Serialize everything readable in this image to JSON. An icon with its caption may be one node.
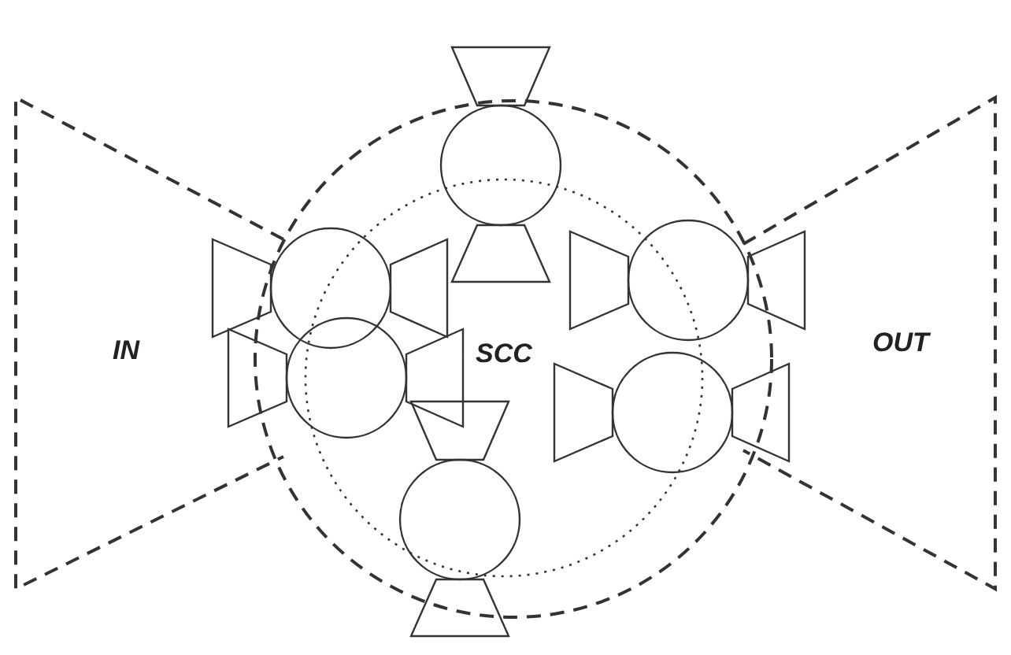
{
  "diagram": {
    "nodes": [
      {
        "text": [
          "IN"
        ]
      },
      {
        "text": [
          "SCC"
        ]
      },
      {
        "text": [
          "OUT"
        ]
      }
    ]
  }
}
